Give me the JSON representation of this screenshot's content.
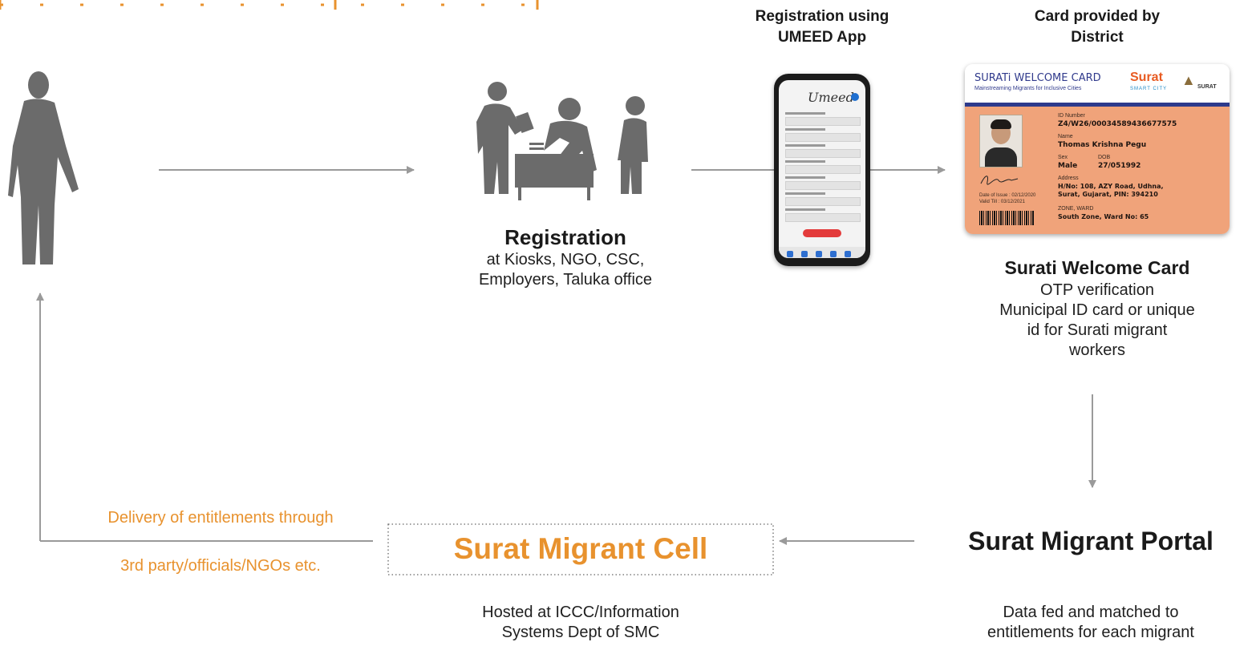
{
  "person": {
    "icon": "standing-person-icon"
  },
  "registration": {
    "icon": "registration-kiosk-people-icon",
    "title": "Registration",
    "line1": "at Kiosks, NGO, CSC,",
    "line2": "Employers, Taluka office"
  },
  "app": {
    "heading_line1": "Registration using",
    "heading_line2": "UMEED App",
    "icon": "smartphone-umeed-app-icon",
    "screen_logo": "Umeed"
  },
  "card": {
    "heading_line1": "Card provided by",
    "heading_line2": "District",
    "card_title": "SURATi WELCOME CARD",
    "card_subtitle": "Mainstreaming Migrants for Inclusive Cities",
    "brand": "Surat",
    "brand_sub": "SMART CITY",
    "emblem_label": "SURAT",
    "id_label": "ID Number",
    "id_value": "Z4/W26/0003458943667757​5",
    "name_label": "Name",
    "name_value": "Thomas Krishna Pegu",
    "sex_label": "Sex",
    "sex_value": "Male",
    "dob_label": "DOB",
    "dob_value": "27/051992",
    "address_label": "Address",
    "address_line1": "H/No: 108, AZY Road, Udhna,",
    "address_line2": "Surat, Gujarat, PIN: 394210",
    "issue": "Date of Issue : 02/12/2020",
    "valid": "Valid Till      : 03/12/2021",
    "zone_label": "ZONE, WARD",
    "zone_value": "South Zone, Ward No: 65",
    "title": "Surati Welcome Card",
    "desc1": "OTP verification",
    "desc2": "Municipal ID card or unique",
    "desc3": "id for Surati migrant",
    "desc4": "workers"
  },
  "portal": {
    "title": "Surat Migrant Portal",
    "desc1": "Data fed and matched to",
    "desc2": "entitlements for each migrant"
  },
  "cell": {
    "title": "Surat Migrant Cell",
    "desc1": "Hosted at ICCC/Information",
    "desc2": "Systems Dept of SMC"
  },
  "delivery": {
    "line1": "Delivery of entitlements through",
    "line2": "3rd party/officials/NGOs etc."
  },
  "colors": {
    "accent_orange": "#E8922E",
    "arrow_gray": "#9a9a9a",
    "icon_gray": "#6b6b6b",
    "card_orange": "#F0A37A",
    "card_navy": "#2D3A8C"
  }
}
